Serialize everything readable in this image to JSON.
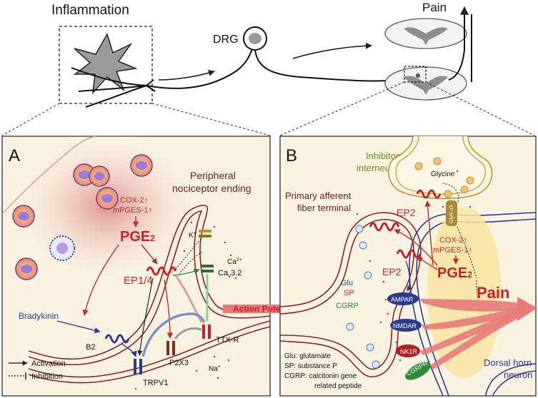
{
  "top": {
    "inflammation": "Inflammation",
    "drg": "DRG",
    "pain": "Pain"
  },
  "panel_a": {
    "letter": "A",
    "title_line1": "Peripheral",
    "title_line2": "nociceptor ending",
    "cox2": "COX-2↑",
    "mpges1": "mPGES-1↑",
    "pge2": "PGE",
    "pge2_sub": "2",
    "ep14": "EP1/4",
    "k": "K",
    "k_sup": "+",
    "ca": "Ca",
    "ca_sup": "2+",
    "cav32": "Ca",
    "cav32_sub": "v",
    "cav32_tail": "3.2",
    "bradykinin": "Bradykinin",
    "b2": "B2",
    "trpv1": "TRPV1",
    "p2x3": "P2X3",
    "ttxr": "TTX-R",
    "na": "Na",
    "na_sup": "+",
    "legend_activation": "Activation",
    "legend_inhibition": "Inhibition"
  },
  "action_potential": "Action Potential",
  "panel_b": {
    "letter": "B",
    "inhib_line1": "Inhibitory",
    "inhib_line2": "interneuron",
    "glycine": "Glycine",
    "primary_line1": "Primary afferent",
    "primary_line2": "fiber terminal",
    "ep2_top": "EP2",
    "ep2_mid": "EP2",
    "glyr": "GlyR α3",
    "cox2": "COX-2↑",
    "mpges1": "mPGES-1↑",
    "pge2": "PGE",
    "pge2_sub": "2",
    "glu": "Glu",
    "sp": "SP",
    "cgrp": "CGRP",
    "ampar": "AMPAR",
    "nmdar": "NMDAR",
    "nk1r": "NK1R",
    "cgrpr": "CGRPR",
    "pain": "Pain",
    "dorsal_line1": "Dorsal horn",
    "dorsal_line2": "neuron",
    "abbrev1": "Glu: glutamate",
    "abbrev2": "SP: substance P",
    "abbrev3": "CGRP: calcitonin gene",
    "abbrev4": "related peptide"
  },
  "colors": {
    "dark_red": "#8b2323",
    "red": "#c8202a",
    "blue": "#2b3a8f",
    "green": "#2e8a3a",
    "olive": "#8a7420",
    "panel_bg": "#fbf3e2",
    "yellow": "#f7e3a0",
    "pink_arrow": "#e77a7a",
    "gray": "#8c8c8c"
  }
}
